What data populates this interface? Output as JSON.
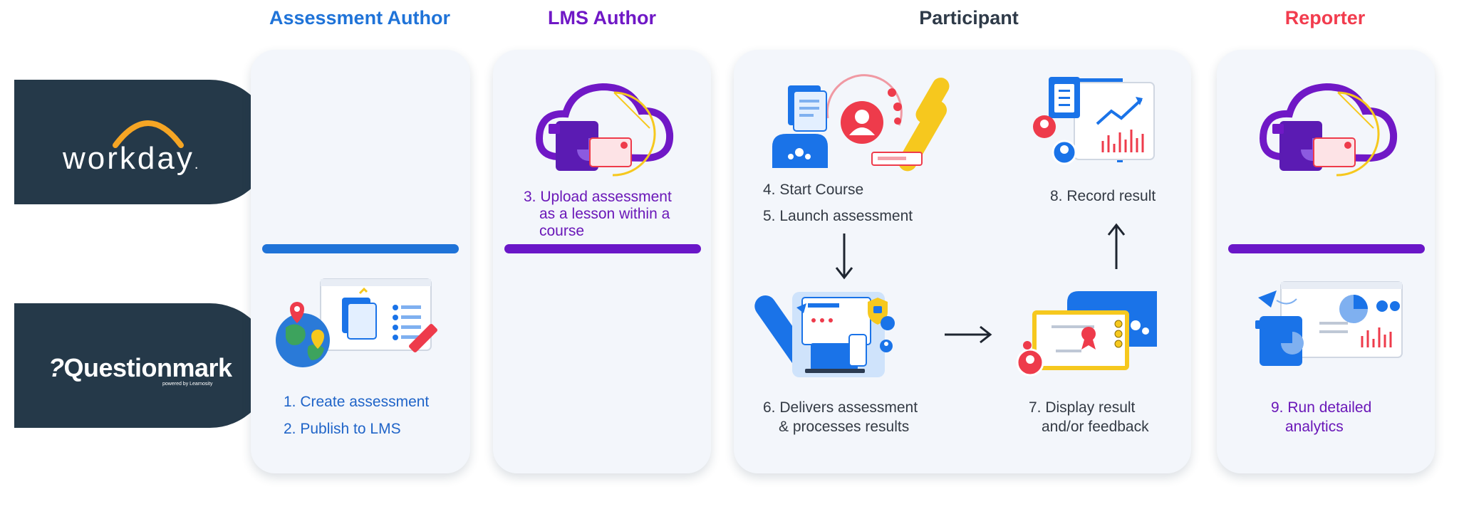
{
  "columns": {
    "assessment_author": {
      "title": "Assessment Author",
      "color": "#1f73d8"
    },
    "lms_author": {
      "title": "LMS Author",
      "color": "#7018c6"
    },
    "participant": {
      "title": "Participant",
      "color": "#2e3a48"
    },
    "reporter": {
      "title": "Reporter",
      "color": "#f23c4e"
    }
  },
  "logos": {
    "workday": {
      "word": "workday",
      "mark": "."
    },
    "questionmark": {
      "word": "Questionmark",
      "tagline": "powered by Learnosity"
    }
  },
  "steps": {
    "s1": "1. Create assessment",
    "s2": "2. Publish to LMS",
    "s3": [
      "3. Upload assessment",
      "as a lesson within a",
      "course"
    ],
    "s4": "4. Start Course",
    "s5": "5. Launch assessment",
    "s6": [
      "6. Delivers assessment",
      "& processes results"
    ],
    "s7": [
      "7. Display result",
      "and/or feedback"
    ],
    "s8": "8. Record result",
    "s9": [
      "9. Run detailed",
      "analytics"
    ]
  },
  "colors": {
    "assessment_divider": "#1f73d8",
    "lms_divider": "#6a17c8",
    "reporter_divider": "#6a17c8",
    "badge_bg": "#253949",
    "card_bg": "#f3f6fb",
    "accent_yellow": "#f6c81e",
    "accent_red": "#ee3b4b",
    "accent_blue": "#1a73e8"
  },
  "icons": {
    "create": "globe-and-laptop-icon",
    "lms_cloud": "cloud-lms-icon",
    "start_course": "course-launch-icon",
    "record": "record-result-icon",
    "deliver": "multi-device-delivery-icon",
    "display": "certificate-feedback-icon",
    "reporter_cloud": "cloud-report-icon",
    "analytics": "analytics-dashboard-icon"
  }
}
